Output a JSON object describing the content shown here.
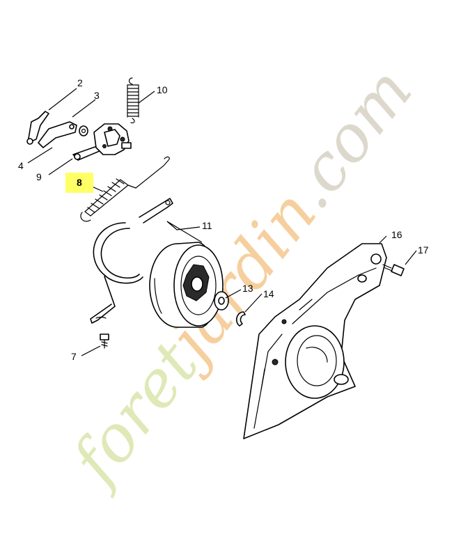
{
  "callouts": [
    {
      "id": "2",
      "label": "2"
    },
    {
      "id": "3",
      "label": "3"
    },
    {
      "id": "10",
      "label": "10"
    },
    {
      "id": "4",
      "label": "4"
    },
    {
      "id": "9",
      "label": "9"
    },
    {
      "id": "8",
      "label": "8",
      "highlighted": true
    },
    {
      "id": "11",
      "label": "11"
    },
    {
      "id": "16",
      "label": "16"
    },
    {
      "id": "17",
      "label": "17"
    },
    {
      "id": "13",
      "label": "13"
    },
    {
      "id": "14",
      "label": "14"
    },
    {
      "id": "7",
      "label": "7"
    }
  ],
  "watermark": {
    "part1": "foret",
    "part2": "jardin",
    "part3": ".com",
    "color_green": "#dfe9b8",
    "color_orange": "#f6cf9e",
    "color_gray": "#ddd8cc"
  },
  "highlight_color": "#ffff66"
}
